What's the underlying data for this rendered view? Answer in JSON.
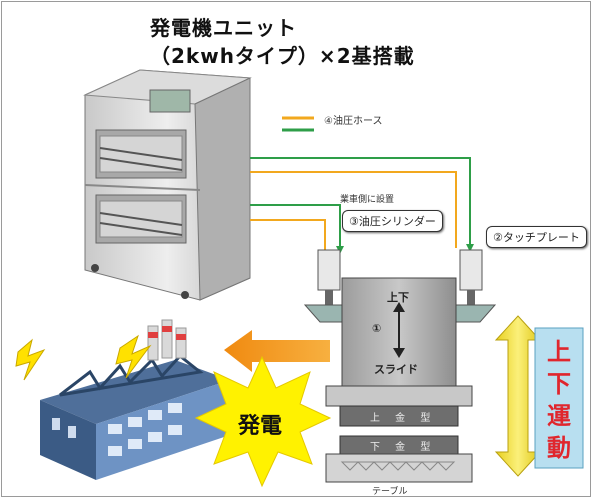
{
  "title": {
    "line1": "発電機ユニット",
    "line2": "（2kwhタイプ）×2基搭載"
  },
  "legend": {
    "label": "④油圧ホース",
    "colors": {
      "orange": "#f2a81e",
      "green": "#2e9e48"
    }
  },
  "note": "業車側に設置",
  "labels": {
    "cylinder": "③油圧シリンダー",
    "touch_plate": "②タッチプレート",
    "slide_top": "上下",
    "slide_num": "①",
    "slide_bottom": "スライド",
    "upper_die": "上 金 型",
    "lower_die": "下 金 型",
    "table": "テーブル",
    "power": "発電",
    "motion": "上下運動"
  },
  "colors": {
    "accent_red": "#e0262d",
    "burst": "#fff200",
    "arrow_yellow": "#f0e030",
    "arrow_orange": "#f4a020",
    "motion_bg": "#b8dff0"
  }
}
